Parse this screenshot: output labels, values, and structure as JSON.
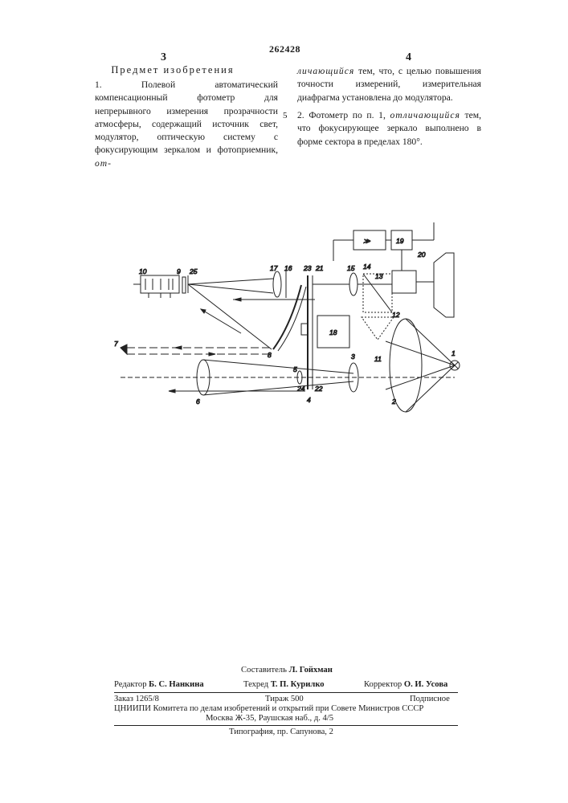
{
  "patent_number": "262428",
  "col_left": "3",
  "col_right": "4",
  "section_title": "Предмет изобретения",
  "margin_number": "5",
  "claim1": {
    "part1": "1. Полевой автоматический компенсационный фотометр для непрерывного измерения прозрачности атмосферы, содержащий источник свет, модулятор, оптическую систему с фокусирующим зеркалом и фотоприемник,",
    "italic1": "от-",
    "italic2": "личающийся",
    "part2": "тем, что, с целью повышения точности измерений, измерительная диафрагма установлена до модулятора."
  },
  "claim2": {
    "part1": "2. Фотометр по п. 1,",
    "italic": "отличающийся",
    "part2": "тем, что фокусирующее зеркало выполнено в форме сектора в пределах 180°."
  },
  "diagram_labels": {
    "l1": "1",
    "l2": "2",
    "l3": "3",
    "l4": "4",
    "l5": "5",
    "l6": "6",
    "l7": "7",
    "l8": "8",
    "l9": "9",
    "l10": "10",
    "l11": "11",
    "l12": "12",
    "l13": "13",
    "l14": "14",
    "l15": "15",
    "l16": "16",
    "l17": "17",
    "l18": "18",
    "l19": "19",
    "l20": "20",
    "l21": "21",
    "l22": "22",
    "l23": "23",
    "l24": "24",
    "l25": "25",
    "amp": "≫"
  },
  "footer": {
    "composer_label": "Составитель",
    "composer_name": "Л. Гойхман",
    "editor_label": "Редактор",
    "editor_name": "Б. С. Нанкина",
    "techred_label": "Техред",
    "techred_name": "Т. П. Курилко",
    "corrector_label": "Корректор",
    "corrector_name": "О. И. Усова",
    "order": "Заказ 1265/8",
    "circulation": "Тираж 500",
    "subscription": "Подписное",
    "institute": "ЦНИИПИ Комитета по делам изобретений и открытий при Совете Министров СССР",
    "address": "Москва Ж-35, Раушская наб., д. 4/5",
    "printing": "Типография, пр. Сапунова, 2"
  }
}
